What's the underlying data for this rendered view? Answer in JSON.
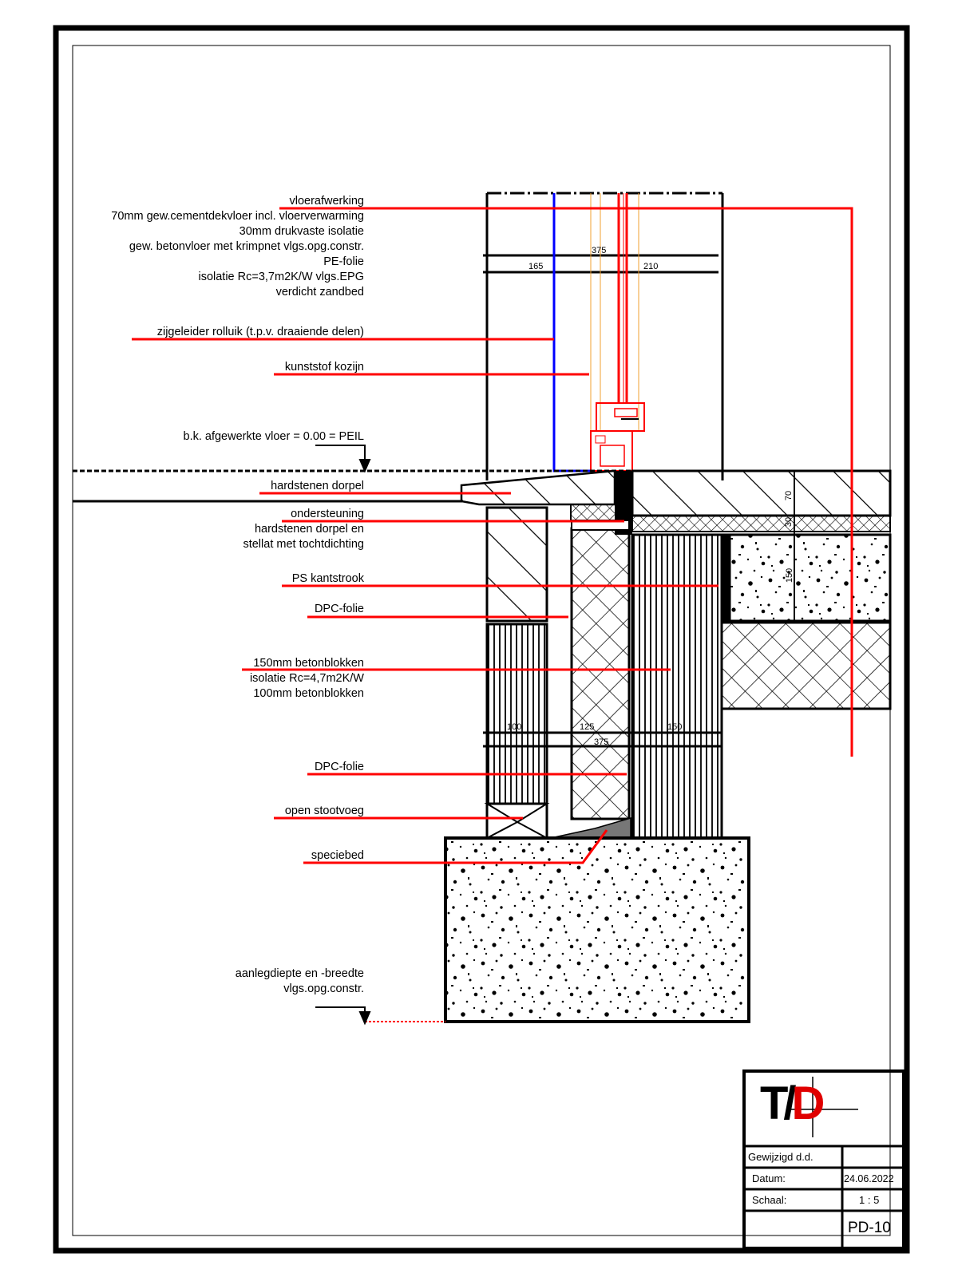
{
  "labels": {
    "floor": [
      "vloerafwerking",
      "70mm gew.cementdekvloer incl. vloerverwarming",
      "30mm drukvaste isolatie",
      "gew. betonvloer met krimpnet vlgs.opg.constr.",
      "PE-folie",
      "isolatie Rc=3,7m2K/W vlgs.EPG",
      "verdicht zandbed"
    ],
    "zijgeleider": "zijgeleider rolluik (t.p.v. draaiende delen)",
    "kozijn": "kunststof kozijn",
    "peil": "b.k. afgewerkte vloer = 0.00 = PEIL",
    "dorpel": "hardstenen dorpel",
    "ondersteuning": [
      "ondersteuning",
      "hardstenen dorpel en",
      "stellat met tochtdichting"
    ],
    "ps_kantstrook": "PS kantstrook",
    "dpc_top": "DPC-folie",
    "wall": [
      "150mm betonblokken",
      "isolatie Rc=4,7m2K/W",
      "100mm betonblokken"
    ],
    "dpc_bottom": "DPC-folie",
    "stootvoeg": "open stootvoeg",
    "speciebed": "speciebed",
    "foundation": [
      "aanlegdiepte en -breedte",
      "vlgs.opg.constr."
    ]
  },
  "dimensions": {
    "top_total": "375",
    "top_left": "165",
    "top_right": "210",
    "wall_a": "100",
    "wall_b": "125",
    "wall_c": "150",
    "wall_total": "375",
    "floor_a": "70",
    "floor_b": "30",
    "floor_c": "150"
  },
  "title_block": {
    "logo_left": "T/",
    "logo_right": "D",
    "gewijzigd_label": "Gewijzigd d.d.",
    "datum_label": "Datum:",
    "datum_value": "24.06.2022",
    "schaal_label": "Schaal:",
    "schaal_value": "1 : 5",
    "drawing_number": "PD-10"
  },
  "colors": {
    "leader": "#ff0000",
    "guide_rail": "#0000ff",
    "frame": "#000000",
    "logo_accent": "#e00000"
  }
}
